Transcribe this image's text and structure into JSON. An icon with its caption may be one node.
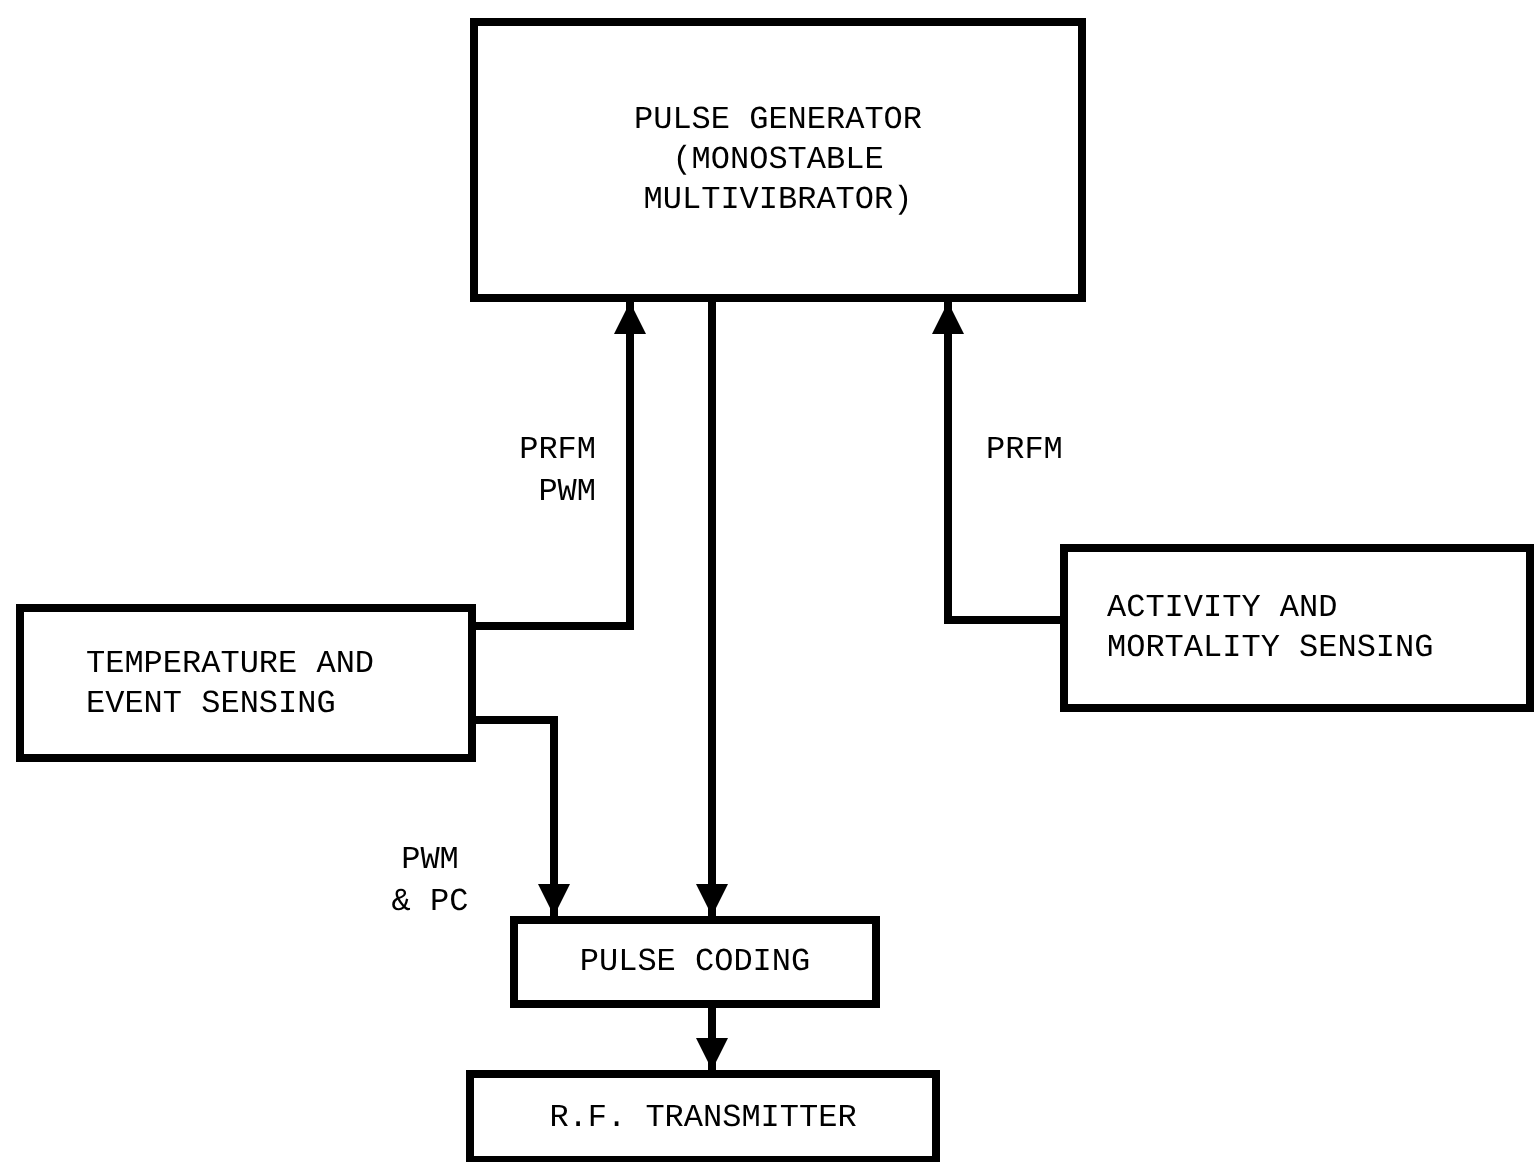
{
  "diagram": {
    "nodes": [
      {
        "text": [
          "PULSE GENERATOR (MONOSTABLE MULTIVIBRATOR)"
        ]
      },
      {
        "text": [
          "TEMPERATURE AND EVENT SENSING"
        ]
      },
      {
        "text": [
          "ACTIVITY AND MORTALITY SENSING"
        ]
      },
      {
        "text": [
          "PULSE CODING"
        ]
      },
      {
        "text": [
          "R.F. TRANSMITTER"
        ]
      }
    ],
    "edges": [
      {
        "from": 1,
        "to": 0,
        "arrow": "to",
        "label": "PRFM PWM"
      },
      {
        "from": 2,
        "to": 0,
        "arrow": "to",
        "label": "PRFM"
      },
      {
        "from": 0,
        "to": 3,
        "arrow": "to"
      },
      {
        "from": 1,
        "to": 3,
        "arrow": "to",
        "label": "PWM & PC"
      },
      {
        "from": 3,
        "to": 4,
        "arrow": "to"
      }
    ]
  }
}
